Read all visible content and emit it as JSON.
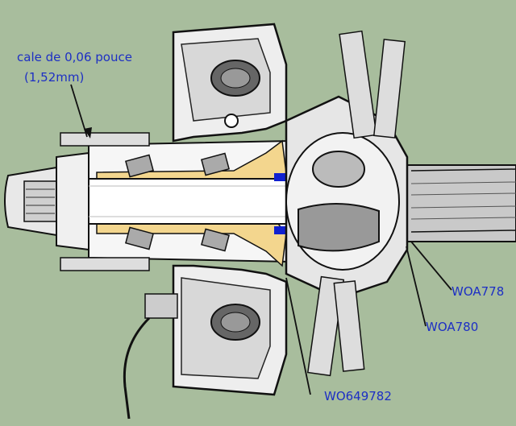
{
  "diagram": {
    "background_color": "#a8bd9d",
    "label_color": "#1d2fc4",
    "highlight_yellow": "#f3d68e",
    "highlight_blue": "#1020d0",
    "callouts": {
      "shim_line1": "cale de 0,06 pouce",
      "shim_line2": "(1,52mm)",
      "woa778": "WOA778",
      "woa780": "WOA780",
      "wo649782": "WO649782"
    }
  }
}
